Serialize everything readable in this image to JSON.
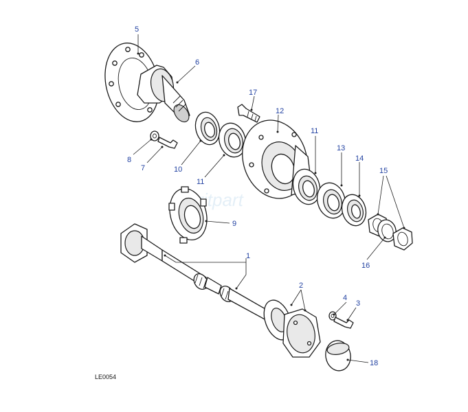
{
  "callouts": {
    "c1": "1",
    "c2": "2",
    "c3": "3",
    "c4": "4",
    "c5": "5",
    "c6": "6",
    "c7": "7",
    "c8": "8",
    "c9": "9",
    "c10": "10",
    "c11a": "11",
    "c11b": "11",
    "c12": "12",
    "c13": "13",
    "c14": "14",
    "c15": "15",
    "c16": "16",
    "c17": "17",
    "c18": "18"
  },
  "figure_code": "LE0054",
  "watermark": "Britpart",
  "colors": {
    "callout_text": "#1f3fa0",
    "line": "#1a1a1a"
  }
}
